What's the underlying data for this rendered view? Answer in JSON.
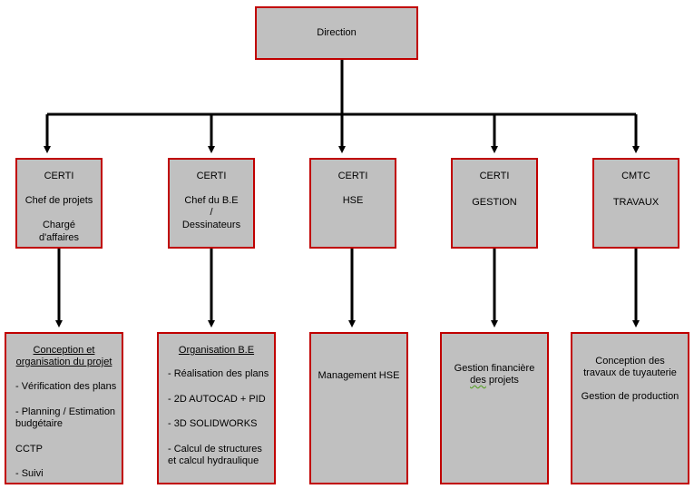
{
  "direction": {
    "label": "Direction"
  },
  "units": [
    {
      "org": "CERTI",
      "line1": "Chef de projets",
      "line2a": "Chargé",
      "line2b": "d'affaires"
    },
    {
      "org": "CERTI",
      "line1": "Chef du B.E",
      "sep": "/",
      "line2": "Dessinateurs"
    },
    {
      "org": "CERTI",
      "line1": "HSE"
    },
    {
      "org": "CERTI",
      "line1": "GESTION"
    },
    {
      "org": "CMTC",
      "line1": "TRAVAUX"
    }
  ],
  "tasks": [
    {
      "title_a": "Conception et",
      "title_b": "organisation du projet",
      "items": [
        "- Vérification des plans",
        "- Planning / Estimation",
        "budgétaire",
        "CCTP",
        "- Suivi"
      ]
    },
    {
      "title": "Organisation B.E",
      "items": [
        "- Réalisation des plans",
        "- 2D AUTOCAD + PID",
        "- 3D SOLIDWORKS",
        "- Calcul de structures",
        "et calcul hydraulique"
      ]
    },
    {
      "text": "Management HSE"
    },
    {
      "text_a": "Gestion financière",
      "text_b_word": "des",
      "text_b_rest": " projets"
    },
    {
      "text_a": "Conception des",
      "text_b": "travaux de tuyauterie",
      "text_c": "Gestion de production"
    }
  ],
  "colors": {
    "box_fill": "#c0c0c0",
    "box_border": "#c00000",
    "connector": "#000000"
  }
}
